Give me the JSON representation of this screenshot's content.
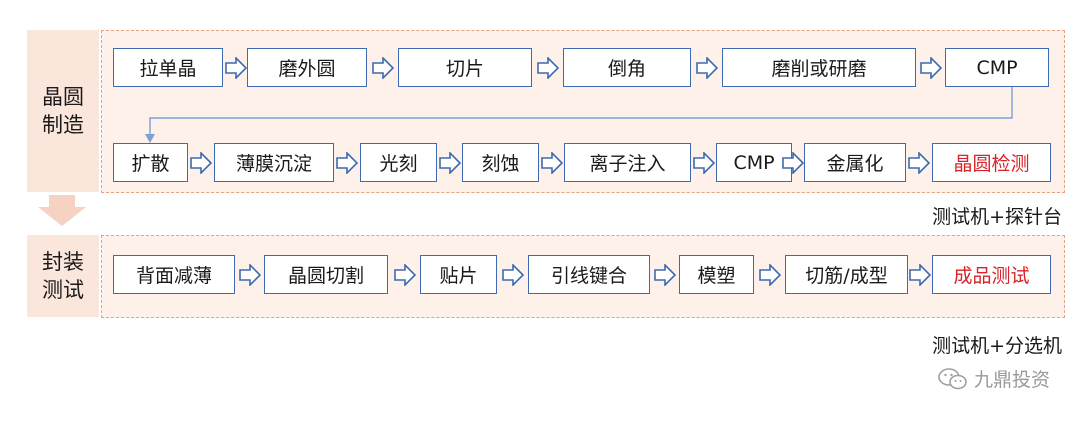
{
  "sections": [
    {
      "label": "晶圆\n制造"
    },
    {
      "label": "封装\n测试"
    }
  ],
  "row1": [
    "拉单晶",
    "磨外圆",
    "切片",
    "倒角",
    "磨削或研磨",
    "CMP"
  ],
  "row2": [
    "扩散",
    "薄膜沉淀",
    "光刻",
    "刻蚀",
    "离子注入",
    "CMP",
    "金属化",
    "晶圆检测"
  ],
  "row3": [
    "背面减薄",
    "晶圆切割",
    "贴片",
    "引线键合",
    "模塑",
    "切筋/成型",
    "成品测试"
  ],
  "notes": {
    "wafer_test_equipment": "测试机+探针台",
    "final_test_equipment": "测试机+分选机"
  },
  "watermark": "九鼎投资",
  "colors": {
    "box_border": "#3d6ab3",
    "highlight_text": "#d8232a",
    "panel_fill": "#fdf1ea",
    "panel_border": "#e9a27e",
    "label_fill": "#fbe6dc"
  },
  "icons": [
    "hollow-right-arrow-icon",
    "down-arrow-icon",
    "wechat-icon"
  ]
}
